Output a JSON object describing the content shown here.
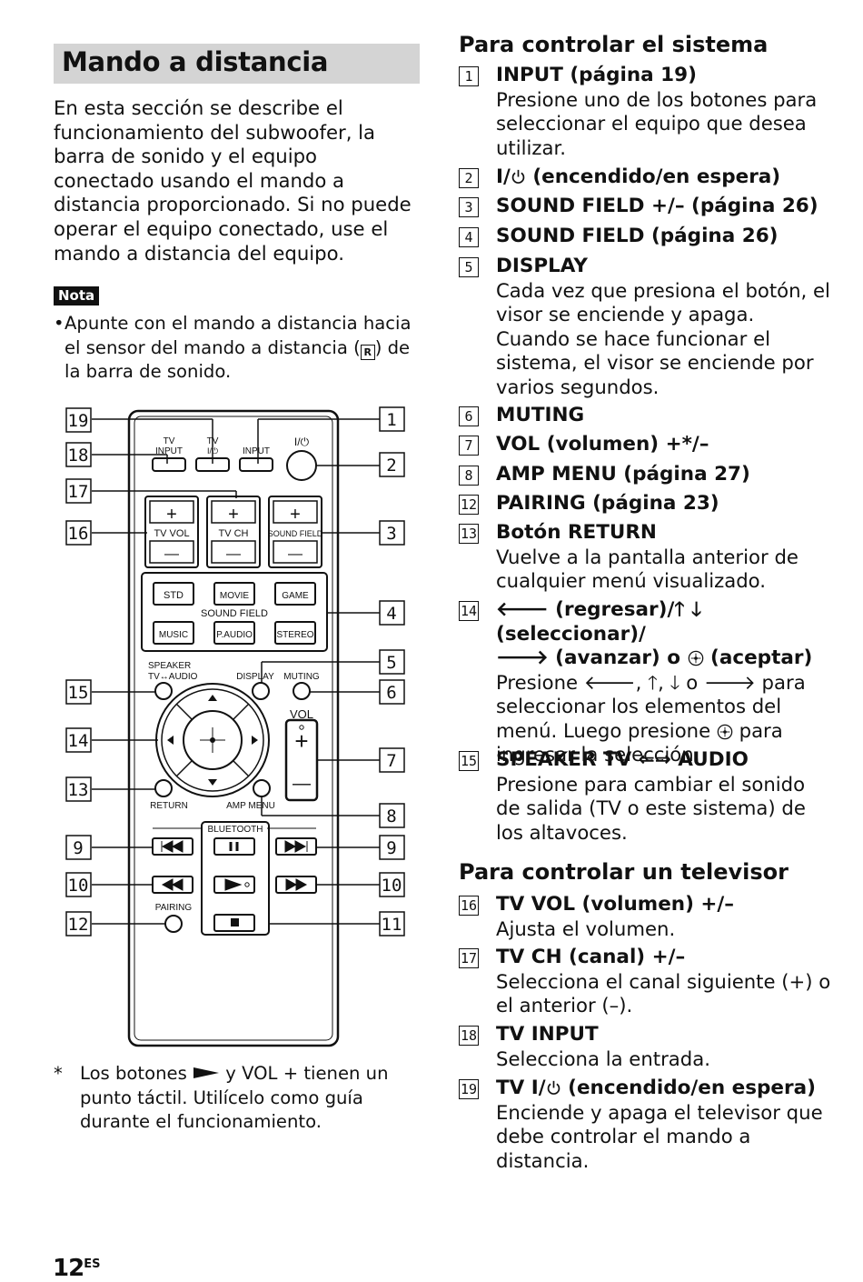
{
  "title": "Mando a distancia",
  "intro": "En esta sección se describe el funcionamiento del subwoofer, la barra de sonido y el equipo conectado usando el mando a distancia proporcionado. Si no puede operar el equipo conectado, use el mando a distancia del equipo.",
  "note": {
    "badge": "Nota",
    "bullet": "•",
    "text_before": "Apunte con el mando a distancia hacia el sensor del mando a distancia (",
    "text_after": ") de la barra de sonido."
  },
  "footnote": {
    "star": "*",
    "text_before": "Los botones",
    "text_after": "y VOL + tienen un punto táctil. Utilícelo como guía durante el funcionamiento."
  },
  "remote": {
    "labels": {
      "tv_input": "TV INPUT",
      "tv_power": "TV I/⏻",
      "input": "INPUT",
      "power": "I/⏻",
      "tv_vol": "TV VOL",
      "tv_ch": "TV CH",
      "sound_field": "SOUND FIELD",
      "std": "STD",
      "movie": "MOVIE",
      "game": "GAME",
      "sound_field_group": "SOUND FIELD",
      "music": "MUSIC",
      "p_audio": "P.AUDIO",
      "stereo": "STEREO",
      "speaker": "SPEAKER",
      "tv_audio": "TV↔AUDIO",
      "display": "DISPLAY",
      "muting": "MUTING",
      "vol": "VOL",
      "return": "RETURN",
      "amp_menu": "AMP MENU",
      "bluetooth": "BLUETOOTH",
      "pairing": "PAIRING",
      "plus": "+",
      "minus": "—"
    },
    "callouts_left": [
      "19",
      "18",
      "17",
      "16",
      "15",
      "14",
      "13",
      "9",
      "10",
      "12"
    ],
    "callouts_right": [
      "1",
      "2",
      "3",
      "4",
      "5",
      "6",
      "7",
      "8",
      "9",
      "10",
      "11"
    ]
  },
  "section_system": {
    "heading": "Para controlar el sistema",
    "items": [
      {
        "num": "1",
        "head": "INPUT (página 19)",
        "desc": "Presione uno de los botones para seleccionar el equipo que desea utilizar."
      },
      {
        "num": "2",
        "head_before": "I/",
        "head_after": " (encendido/en espera)"
      },
      {
        "num": "3",
        "head": "SOUND FIELD +/– (página 26)"
      },
      {
        "num": "4",
        "head": "SOUND FIELD (página 26)"
      },
      {
        "num": "5",
        "head": "DISPLAY",
        "desc": "Cada vez que presiona el botón, el visor se enciende y apaga. Cuando se hace funcionar el sistema, el visor se enciende por varios segundos."
      },
      {
        "num": "6",
        "head": "MUTING"
      },
      {
        "num": "7",
        "head": "VOL (volumen) +*/–"
      },
      {
        "num": "8",
        "head": "AMP MENU (página 27)"
      },
      {
        "num": "12",
        "head": "PAIRING (página 23)"
      },
      {
        "num": "13",
        "head": "Botón RETURN",
        "desc": "Vuelve a la pantalla anterior de cualquier menú visualizado."
      },
      {
        "num": "14",
        "head_line1": "🡐 (regresar)/🡑 🡓 (seleccionar)/",
        "head_line2_before": "🡒 (avanzar) o",
        "head_line2_after": "(aceptar)",
        "desc_before": "Presione 🡐, 🡑, 🡓 o 🡒 para seleccionar los elementos del menú. Luego presione",
        "desc_after": "para ingresar la selección."
      },
      {
        "num": "15",
        "head_before": "SPEAKER TV",
        "head_arrow": "⇐⇒",
        "head_after": "AUDIO",
        "desc": "Presione para cambiar el sonido de salida (TV o este sistema) de los altavoces."
      }
    ]
  },
  "section_tv": {
    "heading": "Para controlar un televisor",
    "items": [
      {
        "num": "16",
        "head": "TV VOL (volumen) +/–",
        "desc": "Ajusta el volumen."
      },
      {
        "num": "17",
        "head": "TV CH (canal) +/–",
        "desc": "Selecciona el canal siguiente (+) o el anterior (–)."
      },
      {
        "num": "18",
        "head": "TV INPUT",
        "desc": "Selecciona la entrada."
      },
      {
        "num": "19",
        "head_before": "TV I/",
        "head_after": " (encendido/en espera)",
        "desc": "Enciende y apaga el televisor que debe controlar el mando a distancia."
      }
    ]
  },
  "page_number": "12",
  "page_suffix": "ES"
}
